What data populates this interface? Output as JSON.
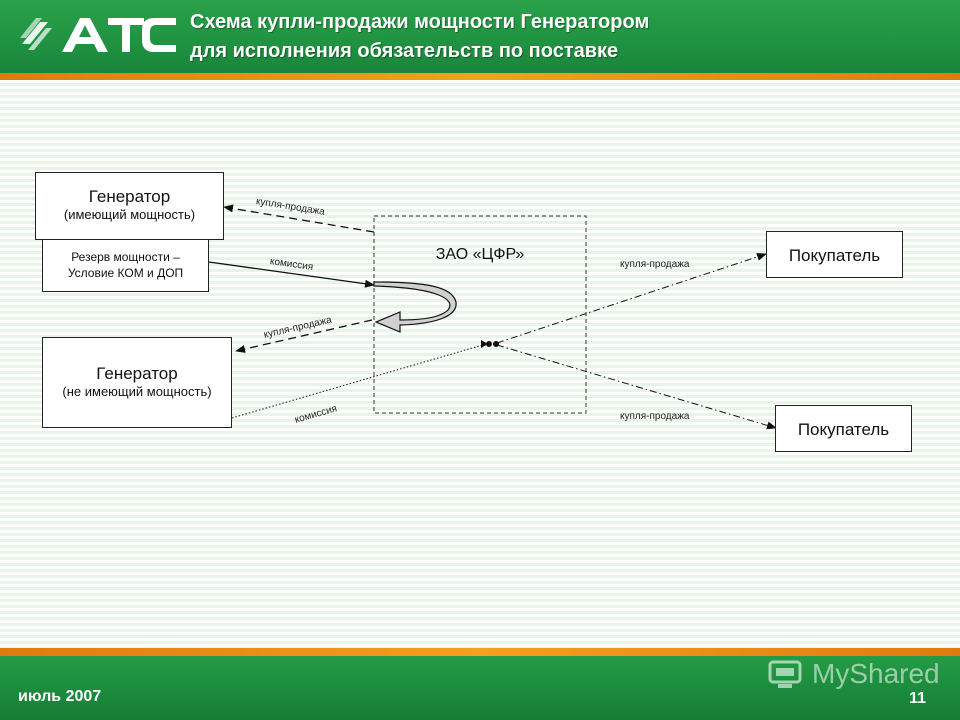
{
  "header": {
    "logo_text": "ATC",
    "title_line1": "Схема купли-продажи мощности Генератором",
    "title_line2": "для исполнения обязательств по поставке"
  },
  "diagram": {
    "gen1": {
      "name": "Генератор",
      "note": "(имеющий мощность)"
    },
    "reserve": {
      "line1": "Резерв мощности –",
      "line2": "Условие КОМ и ДОП"
    },
    "gen2": {
      "name": "Генератор",
      "note": "(не имеющий мощность)"
    },
    "cfr": "ЗАО «ЦФР»",
    "buyer1": "Покупатель",
    "buyer2": "Покупатель",
    "labels": {
      "sale_top": "купля-продажа",
      "commission_top": "комиссия",
      "sale_mid": "купля-продажа",
      "commission_bottom": "комиссия",
      "sale_buyer1": "купля-продажа",
      "sale_buyer2": "купля-продажа"
    }
  },
  "footer": {
    "date": "июль 2007",
    "page": "11",
    "watermark": "MyShared"
  },
  "colors": {
    "header_green": "#1f9040",
    "accent_orange": "#f4a020",
    "stripe_green": "#e6f5e6"
  }
}
